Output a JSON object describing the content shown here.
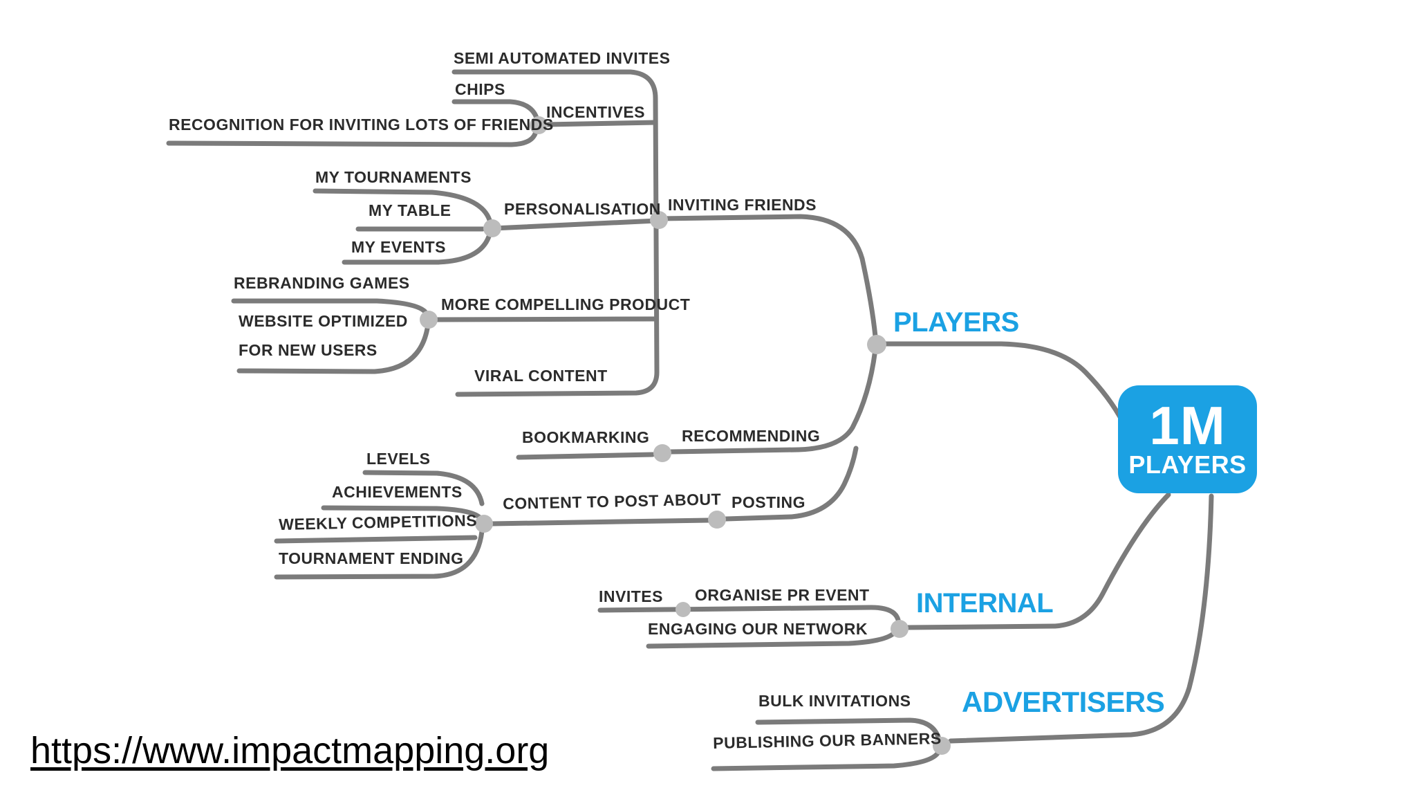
{
  "palette": {
    "accent_blue": "#1ba1e3",
    "line_grey": "#7b7b7b",
    "dot_grey": "#bcbcbc",
    "ink": "#2b2b2b",
    "link_black": "#000000"
  },
  "goal": {
    "value": "1M",
    "title": "PLAYERS"
  },
  "branches": {
    "players": "PLAYERS",
    "internal": "INTERNAL",
    "advertisers": "ADVERTISERS"
  },
  "nodes": {
    "semi_automated_invites": "SEMI AUTOMATED INVITES",
    "chips": "CHIPS",
    "incentives": "INCENTIVES",
    "recognition": "RECOGNITION FOR INVITING LOTS OF FRIENDS",
    "my_tournaments": "MY TOURNAMENTS",
    "my_table": "MY TABLE",
    "personalisation": "PERSONALISATION",
    "inviting_friends": "INVITING FRIENDS",
    "my_events": "MY EVENTS",
    "rebranding_games": "REBRANDING GAMES",
    "more_compelling_product": "MORE COMPELLING PRODUCT",
    "website_optimized_1": "WEBSITE OPTIMIZED",
    "website_optimized_2": "FOR NEW USERS",
    "viral_content": "VIRAL CONTENT",
    "bookmarking": "BOOKMARKING",
    "recommending": "RECOMMENDING",
    "levels": "LEVELS",
    "achievements": "ACHIEVEMENTS",
    "content_to_post_about": "CONTENT TO POST ABOUT",
    "posting": "POSTING",
    "weekly_competitions": "WEEKLY COMPETITIONS",
    "tournament_ending": "TOURNAMENT ENDING",
    "invites": "INVITES",
    "organise_pr_event": "ORGANISE PR EVENT",
    "engaging_our_network": "ENGAGING OUR NETWORK",
    "bulk_invitations": "BULK INVITATIONS",
    "publishing_our_banners": "PUBLISHING OUR BANNERS"
  },
  "footer": {
    "link": "https://www.impactmapping.org"
  }
}
